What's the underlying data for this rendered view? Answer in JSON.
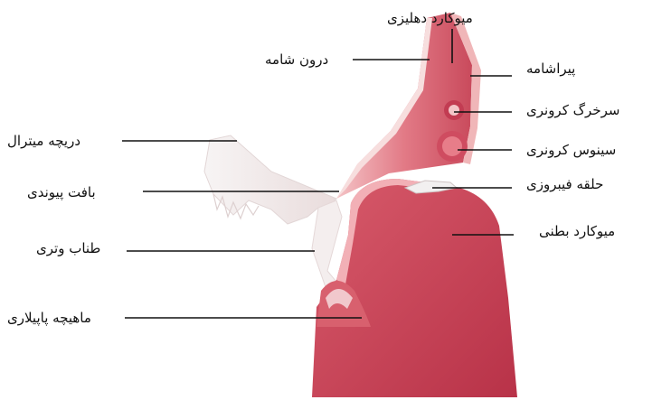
{
  "labels": {
    "atrial_myocardium": "میوکارد دهلیزی",
    "endocardium": "درون شامه",
    "epicardium": "پیراشامه",
    "coronary_artery": "سرخرگ کرونری",
    "mitral_valve": "دریچه میترال",
    "coronary_sinus": "سینوس کرونری",
    "connective_tissue": "بافت پیوندی",
    "fibrous_ring": "حلقه فیبروزی",
    "ventricular_myocardium": "میوکارد بطنی",
    "chordae_tendineae": "طناب وتری",
    "papillary_muscle": "ماهیچه پاپیلاری"
  },
  "colors": {
    "muscle": "#c9485c",
    "muscle_light": "#e88a93",
    "membrane": "#f6dede",
    "valve": "#f3f1f1",
    "leader": "#111111"
  }
}
